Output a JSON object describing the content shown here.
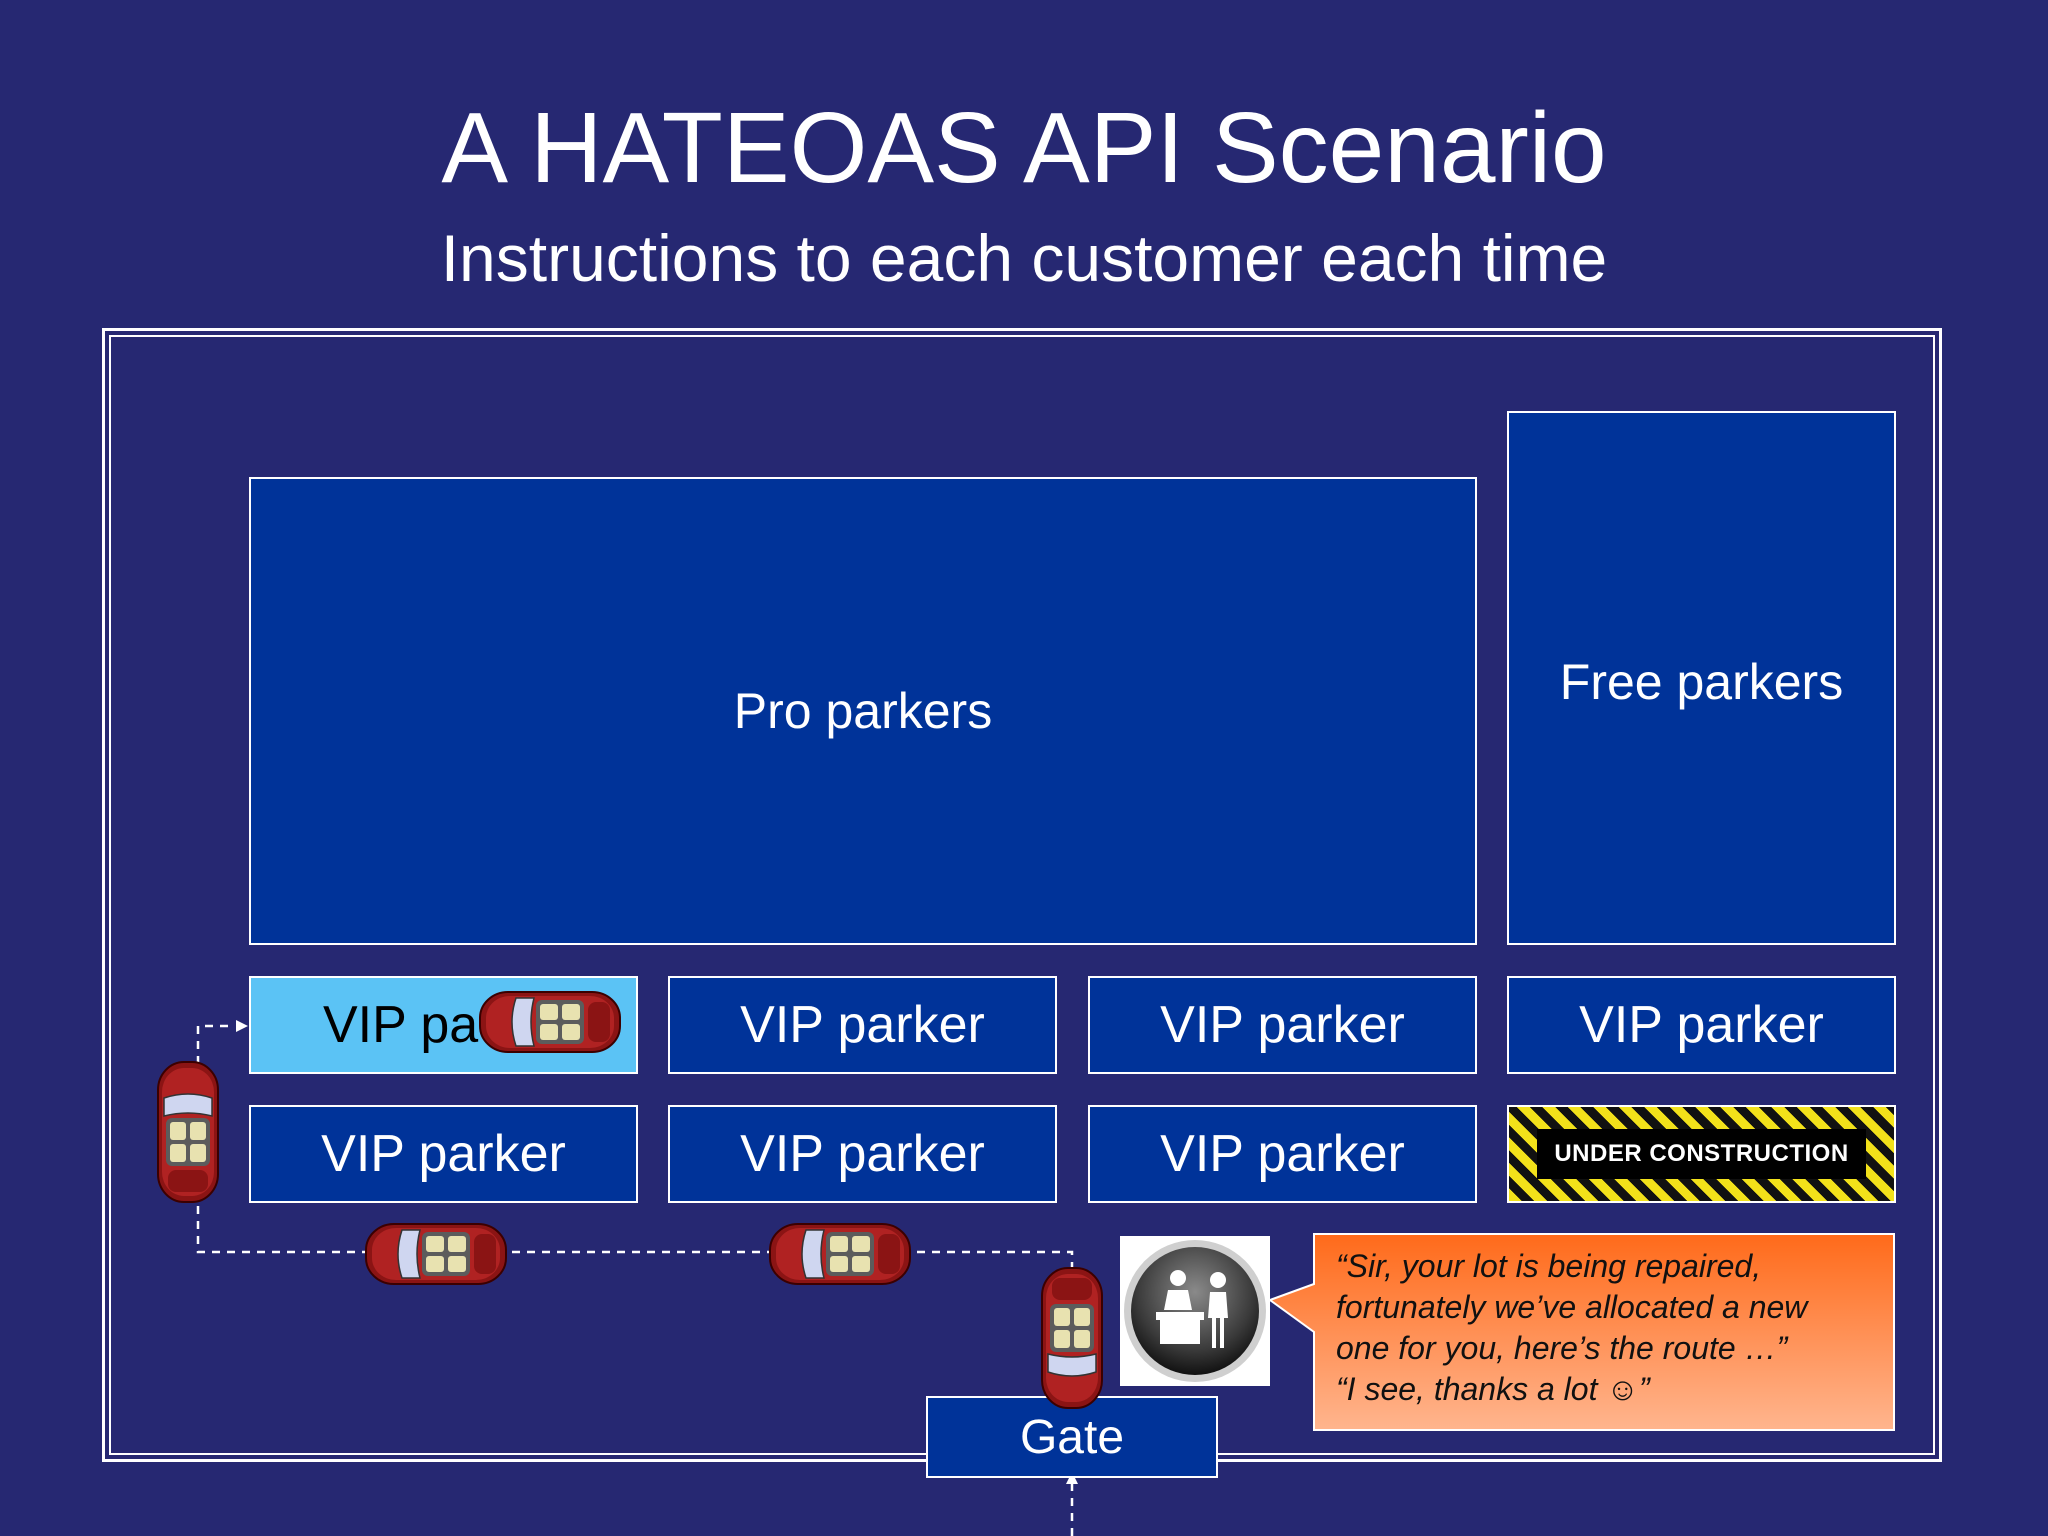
{
  "slide": {
    "title": "A HATEOAS API Scenario",
    "subtitle": "Instructions to each customer each time"
  },
  "lot": {
    "pro_label": "Pro parkers",
    "free_label": "Free parkers",
    "vip_row1": [
      "VIP pa",
      "VIP parker",
      "VIP parker",
      "VIP parker"
    ],
    "vip_row2": [
      "VIP parker",
      "VIP parker",
      "VIP parker"
    ],
    "under_construction": "UNDER CONSTRUCTION",
    "gate": "Gate"
  },
  "bubble": {
    "lines": [
      "“Sir, your lot is being repaired,",
      "fortunately we’ve allocated a new",
      "one for you, here’s the route …”",
      "“I see, thanks a lot ☺”"
    ]
  },
  "icons": [
    "car-icon",
    "parking-attendant-icon"
  ],
  "colors": {
    "background": "#262872",
    "zone": "#003399",
    "highlight": "#5bc3f5",
    "bubble_top": "#ff6a1a",
    "bubble_bottom": "#ffb58e",
    "car": "#8b1414"
  }
}
